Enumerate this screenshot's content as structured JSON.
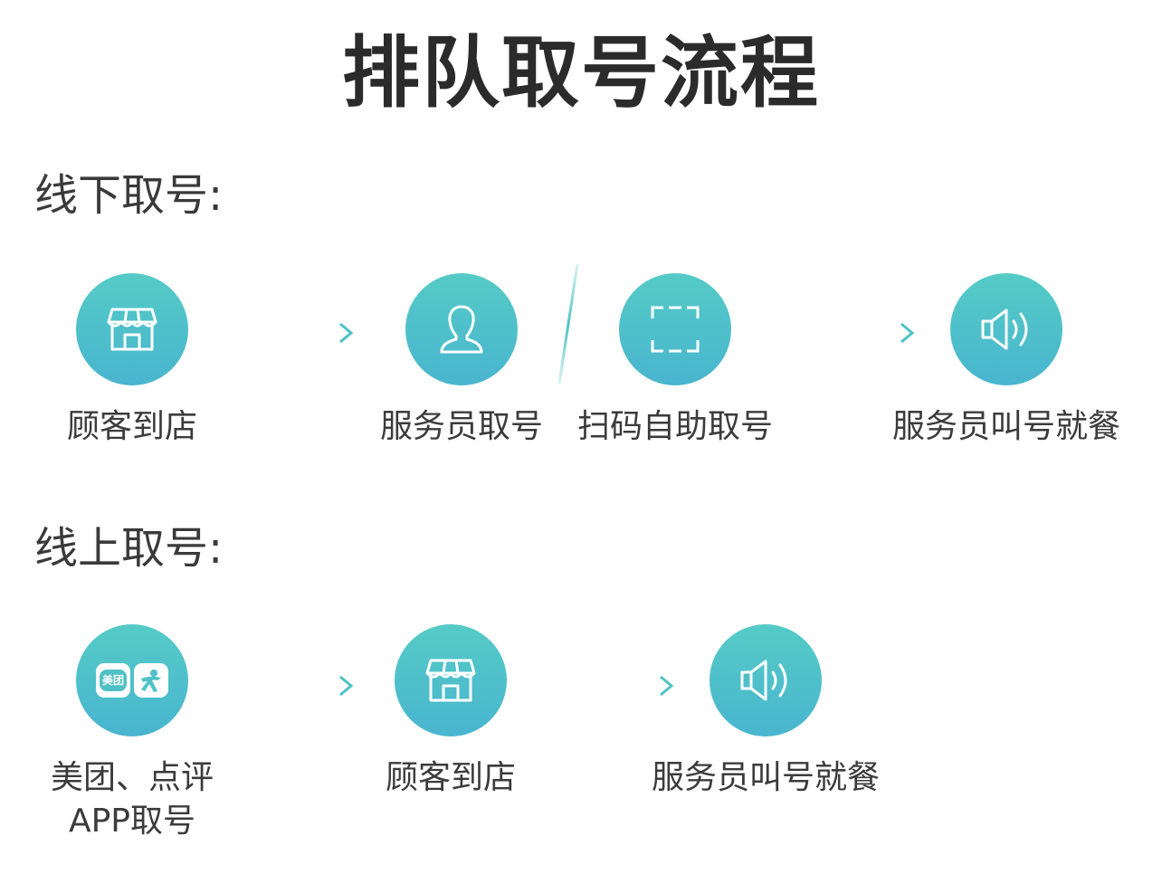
{
  "title": "排队取号流程",
  "colors": {
    "circle_top": "#55cbc6",
    "circle_bottom": "#49b5cf",
    "arrow": "#4fc3c4",
    "icon": "#ffffff"
  },
  "offline": {
    "heading": "线下取号:",
    "steps": [
      {
        "label": "顾客到店",
        "icon": "store-icon"
      },
      {
        "label": "服务员取号",
        "icon": "person-icon"
      },
      {
        "label": "扫码自助取号",
        "icon": "scan-icon"
      },
      {
        "label": "服务员叫号就餐",
        "icon": "speaker-icon"
      }
    ]
  },
  "online": {
    "heading": "线上取号:",
    "steps": [
      {
        "label_line1": "美团、点评",
        "label_line2": "APP取号",
        "icon": "meituan-dianping-icon",
        "badge_text": "美团"
      },
      {
        "label": "顾客到店",
        "icon": "store-icon"
      },
      {
        "label": "服务员叫号就餐",
        "icon": "speaker-icon"
      }
    ]
  }
}
